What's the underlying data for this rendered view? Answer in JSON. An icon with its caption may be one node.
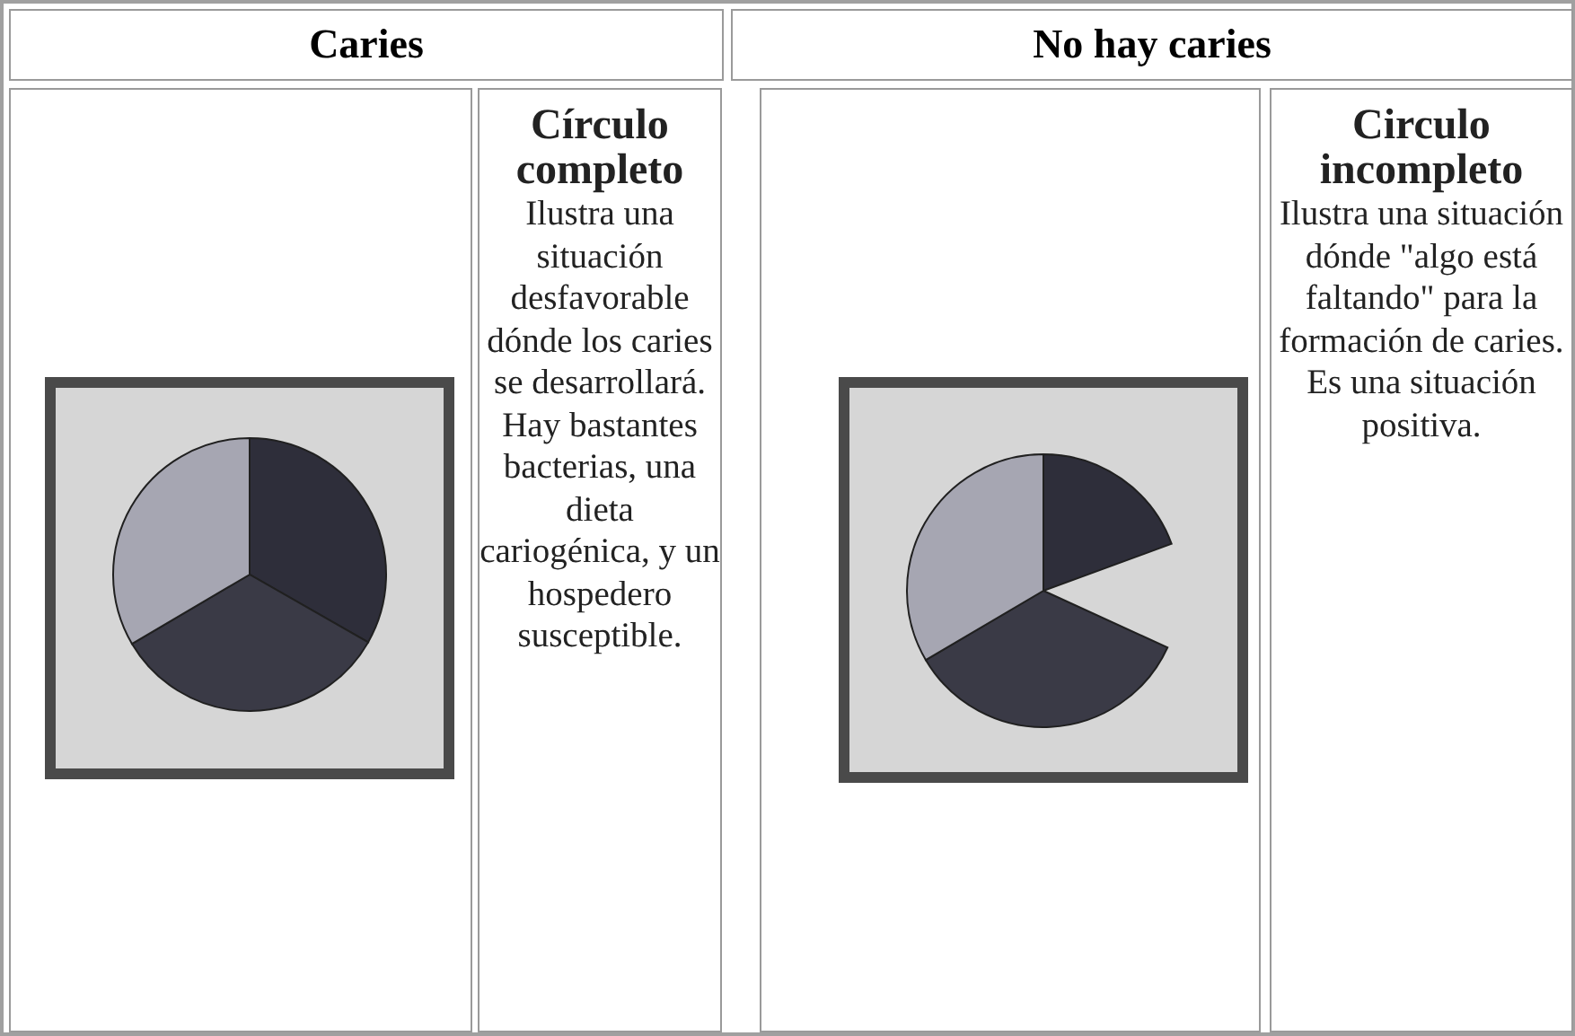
{
  "diagram": {
    "nodes": [
      {
        "text": [
          "Caries"
        ]
      },
      {
        "text": [
          "No hay caries"
        ]
      },
      {
        "text": [],
        "shape": "picture"
      },
      {
        "text": [
          "Círculo completo",
          "Ilustra una situación desfavorable dónde los caries se desarrollará. Hay bastantes bacterias, una dieta cariogénica, y un hospedero susceptible."
        ]
      },
      {
        "text": [],
        "shape": "picture"
      },
      {
        "text": [
          "Circulo incompleto",
          "Ilustra una situación dónde \"algo está faltando\" para la formación de caries.  Es una situación positiva."
        ]
      }
    ]
  }
}
